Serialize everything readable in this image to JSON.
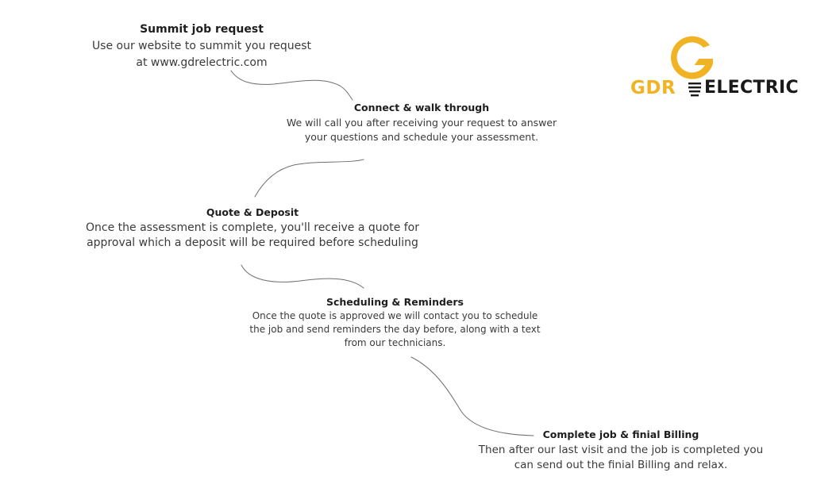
{
  "logo": {
    "brand_left": "GDR",
    "brand_right": "ELECTRIC",
    "brand_color": "#f0b323",
    "text_color": "#1a1a1a",
    "icon": "lightning-g-icon"
  },
  "steps": [
    {
      "title": "Summit job request",
      "lines": [
        "Use our website to summit you request",
        "at www.gdrelectric.com"
      ]
    },
    {
      "title": "Connect & walk through",
      "lines": [
        "We will call you after receiving your request to answer",
        "your questions and schedule your assessment."
      ]
    },
    {
      "title": "Quote & Deposit",
      "lines": [
        "Once the assessment is complete, you'll receive a quote for",
        "approval which a deposit will be required before scheduling"
      ]
    },
    {
      "title": "Scheduling & Reminders",
      "lines": [
        "Once the quote is approved we will contact you to schedule",
        "the job and send reminders the day before, along with a text",
        "from our technicians."
      ]
    },
    {
      "title": "Complete job & finial Billing",
      "lines": [
        "Then after our last visit and the job is completed you",
        "can send out the finial Billing and relax."
      ]
    }
  ]
}
